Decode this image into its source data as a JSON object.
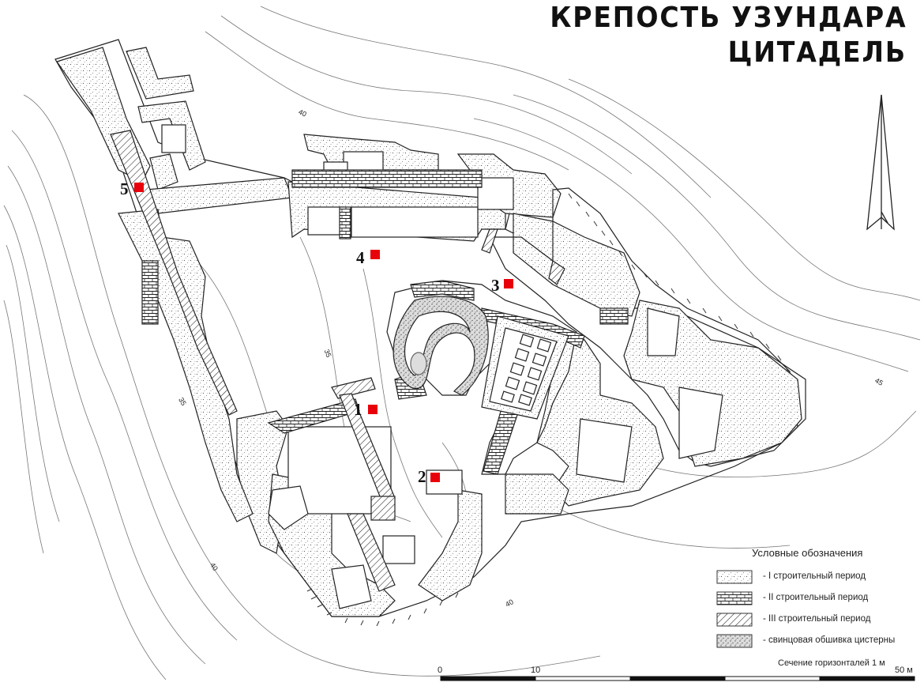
{
  "title": {
    "line1": "КРЕПОСТЬ УЗУНДАРА",
    "line2": "ЦИТАДЕЛЬ"
  },
  "markers": [
    {
      "label": "1"
    },
    {
      "label": "2"
    },
    {
      "label": "3"
    },
    {
      "label": "4"
    },
    {
      "label": "5"
    }
  ],
  "marker_color": "#e8000b",
  "contour_labels": [
    "40",
    "35",
    "35",
    "45",
    "40",
    "40"
  ],
  "legend": {
    "title": "Условные обозначения",
    "items": [
      {
        "label": "- I строительный период",
        "pattern": "stipple"
      },
      {
        "label": "- II строительный период",
        "pattern": "brick"
      },
      {
        "label": "- III строительный период",
        "pattern": "hatch"
      },
      {
        "label": "- свинцовая обшивка цистерны",
        "pattern": "lead"
      }
    ]
  },
  "contour_note": "Сечение горизонталей 1 м",
  "scale": {
    "labels": [
      "0",
      "10",
      "50 м"
    ]
  },
  "north_arrow": {
    "icon": "north-arrow-icon"
  }
}
